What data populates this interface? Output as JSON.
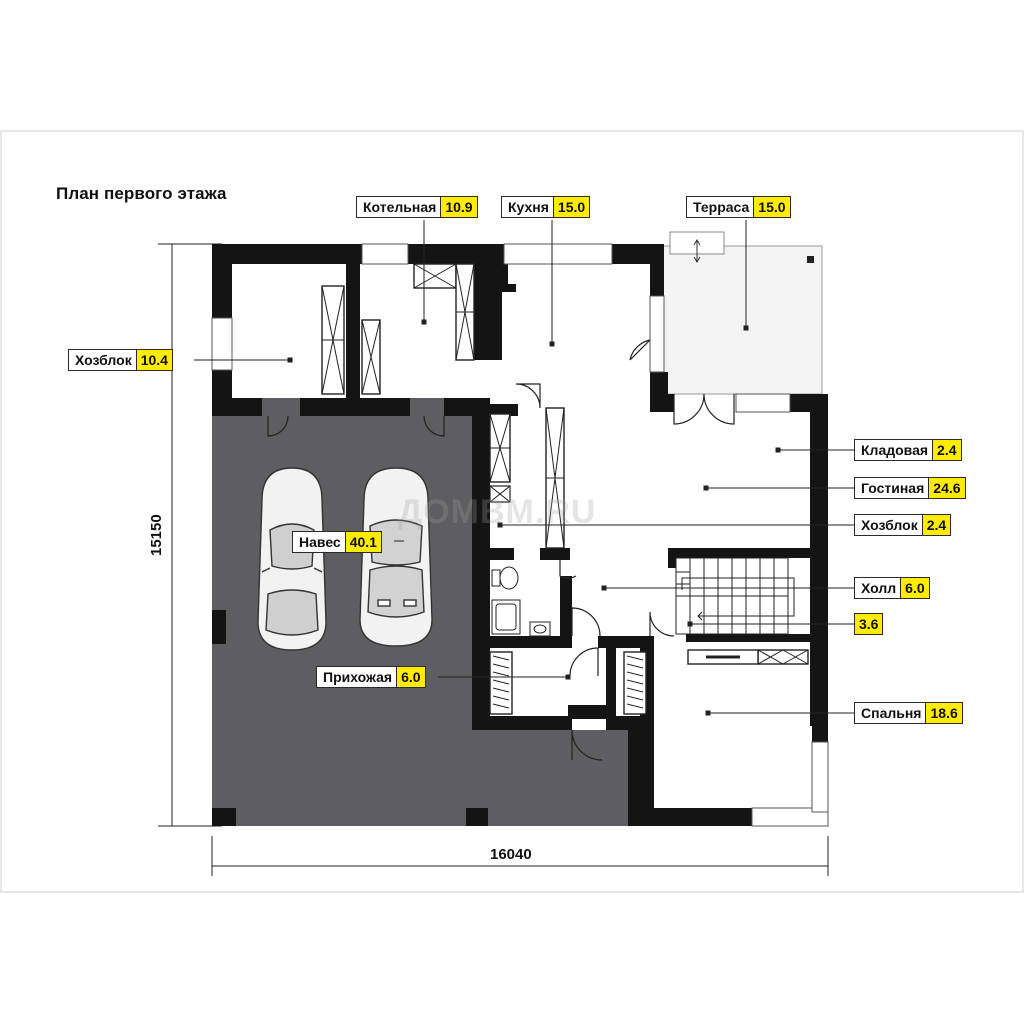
{
  "plan": {
    "title": "План первого этажа",
    "dim_width": "16040",
    "dim_height": "15150",
    "watermark": "ДОМBM.RU"
  },
  "rooms": [
    {
      "id": "kotelnaya",
      "name": "Котельная",
      "area": "10.9"
    },
    {
      "id": "kukhnya",
      "name": "Кухня",
      "area": "15.0"
    },
    {
      "id": "terrasa",
      "name": "Терраса",
      "area": "15.0"
    },
    {
      "id": "khozblok-1",
      "name": "Хозблок",
      "area": "10.4"
    },
    {
      "id": "kladovaya",
      "name": "Кладовая",
      "area": "2.4"
    },
    {
      "id": "gostinaya",
      "name": "Гостиная",
      "area": "24.6"
    },
    {
      "id": "khozblok-2",
      "name": "Хозблок",
      "area": "2.4"
    },
    {
      "id": "naves",
      "name": "Навес",
      "area": "40.1"
    },
    {
      "id": "kholl",
      "name": "Холл",
      "area": "6.0"
    },
    {
      "id": "unnamed",
      "name": "",
      "area": "3.6"
    },
    {
      "id": "prikhozhaya",
      "name": "Прихожая",
      "area": "6.0"
    },
    {
      "id": "spalnya",
      "name": "Спальня",
      "area": "18.6"
    }
  ]
}
